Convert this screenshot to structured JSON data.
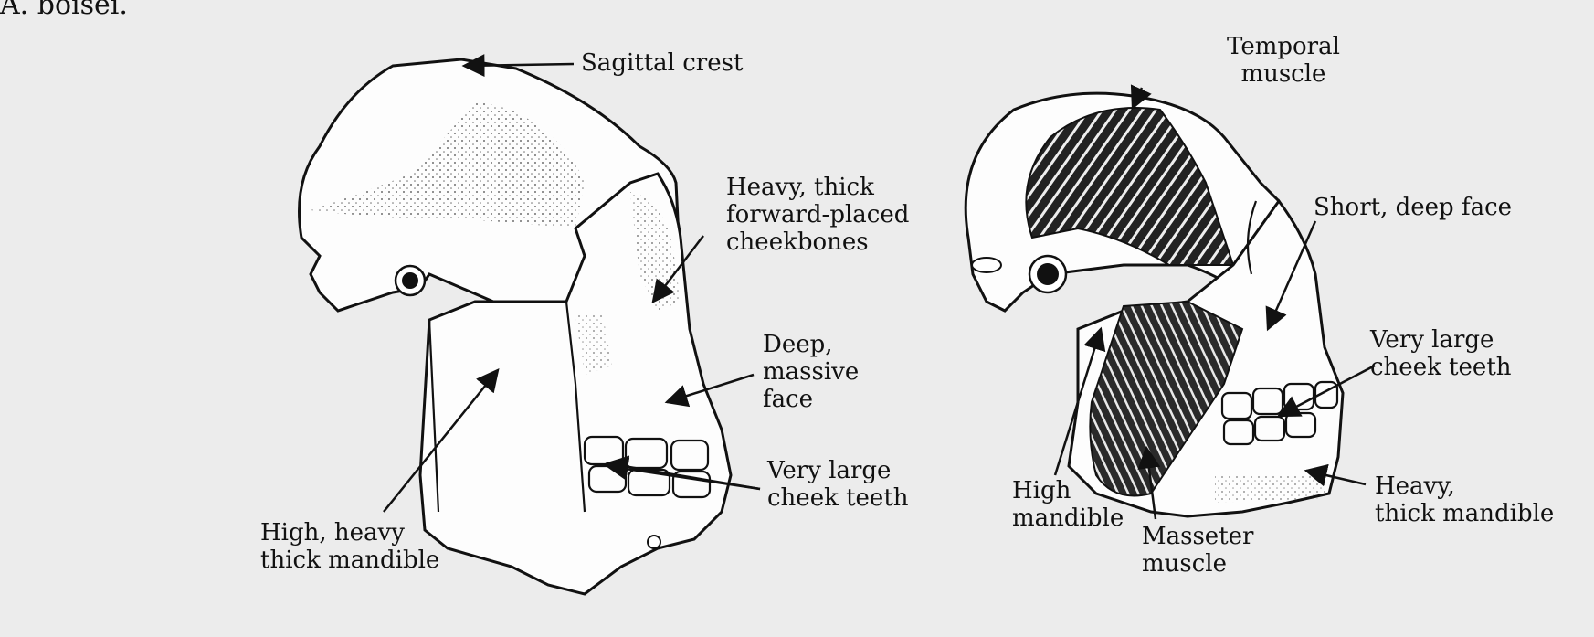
{
  "header": "A. boisei.",
  "labels": {
    "sagittal_crest": "Sagittal crest",
    "cheekbones": "Heavy, thick\nforward-placed\ncheekbones",
    "deep_face": "Deep,\nmassive\nface",
    "cheek_teeth_left": "Very large\ncheek teeth",
    "mandible_left": "High, heavy\nthick mandible",
    "temporal_muscle": "Temporal\nmuscle",
    "short_face": "Short, deep face",
    "cheek_teeth_right": "Very large\ncheek teeth",
    "heavy_mandible_right": "Heavy,\nthick mandible",
    "masseter_muscle": "Masseter\nmuscle",
    "high_mandible": "High\nmandible"
  }
}
